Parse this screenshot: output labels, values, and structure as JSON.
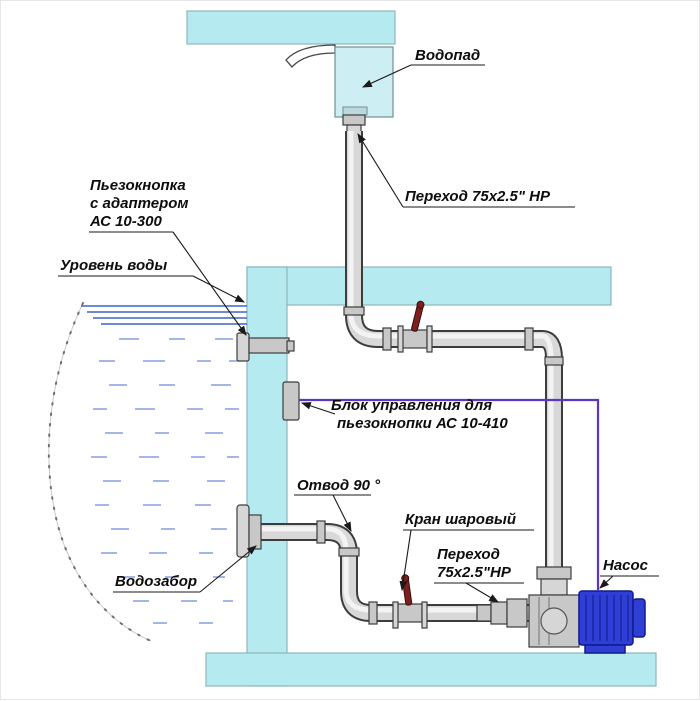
{
  "labels": {
    "waterfall": "Водопад",
    "transition_top": "Переход 75x2.5\" НР",
    "piezo": [
      "Пьезокнопка",
      "с адаптером",
      "АС 10-300"
    ],
    "water_level": "Уровень воды",
    "control_unit": [
      "Блок управления для",
      "пьезокнопки АС 10-410"
    ],
    "elbow_90": "Отвод 90 °",
    "ball_valve": "Кран шаровый",
    "transition_bottom": [
      "Переход",
      "75x2.5\"НР"
    ],
    "pump": "Насос",
    "water_intake": "Водозабор"
  },
  "colors": {
    "wall": "#b5ebf0",
    "wall_border": "#8fb6ba",
    "waterfall_box": "#cdeef3",
    "pipe": "#d8d8d8",
    "pipe_outline": "#3c3c3c",
    "valve_handle": "#7e1f1f",
    "pump_motor": "#2f3fd6",
    "wire": "#5a35c8",
    "water": "#3f62c9",
    "leader": "#1a1a1a"
  }
}
